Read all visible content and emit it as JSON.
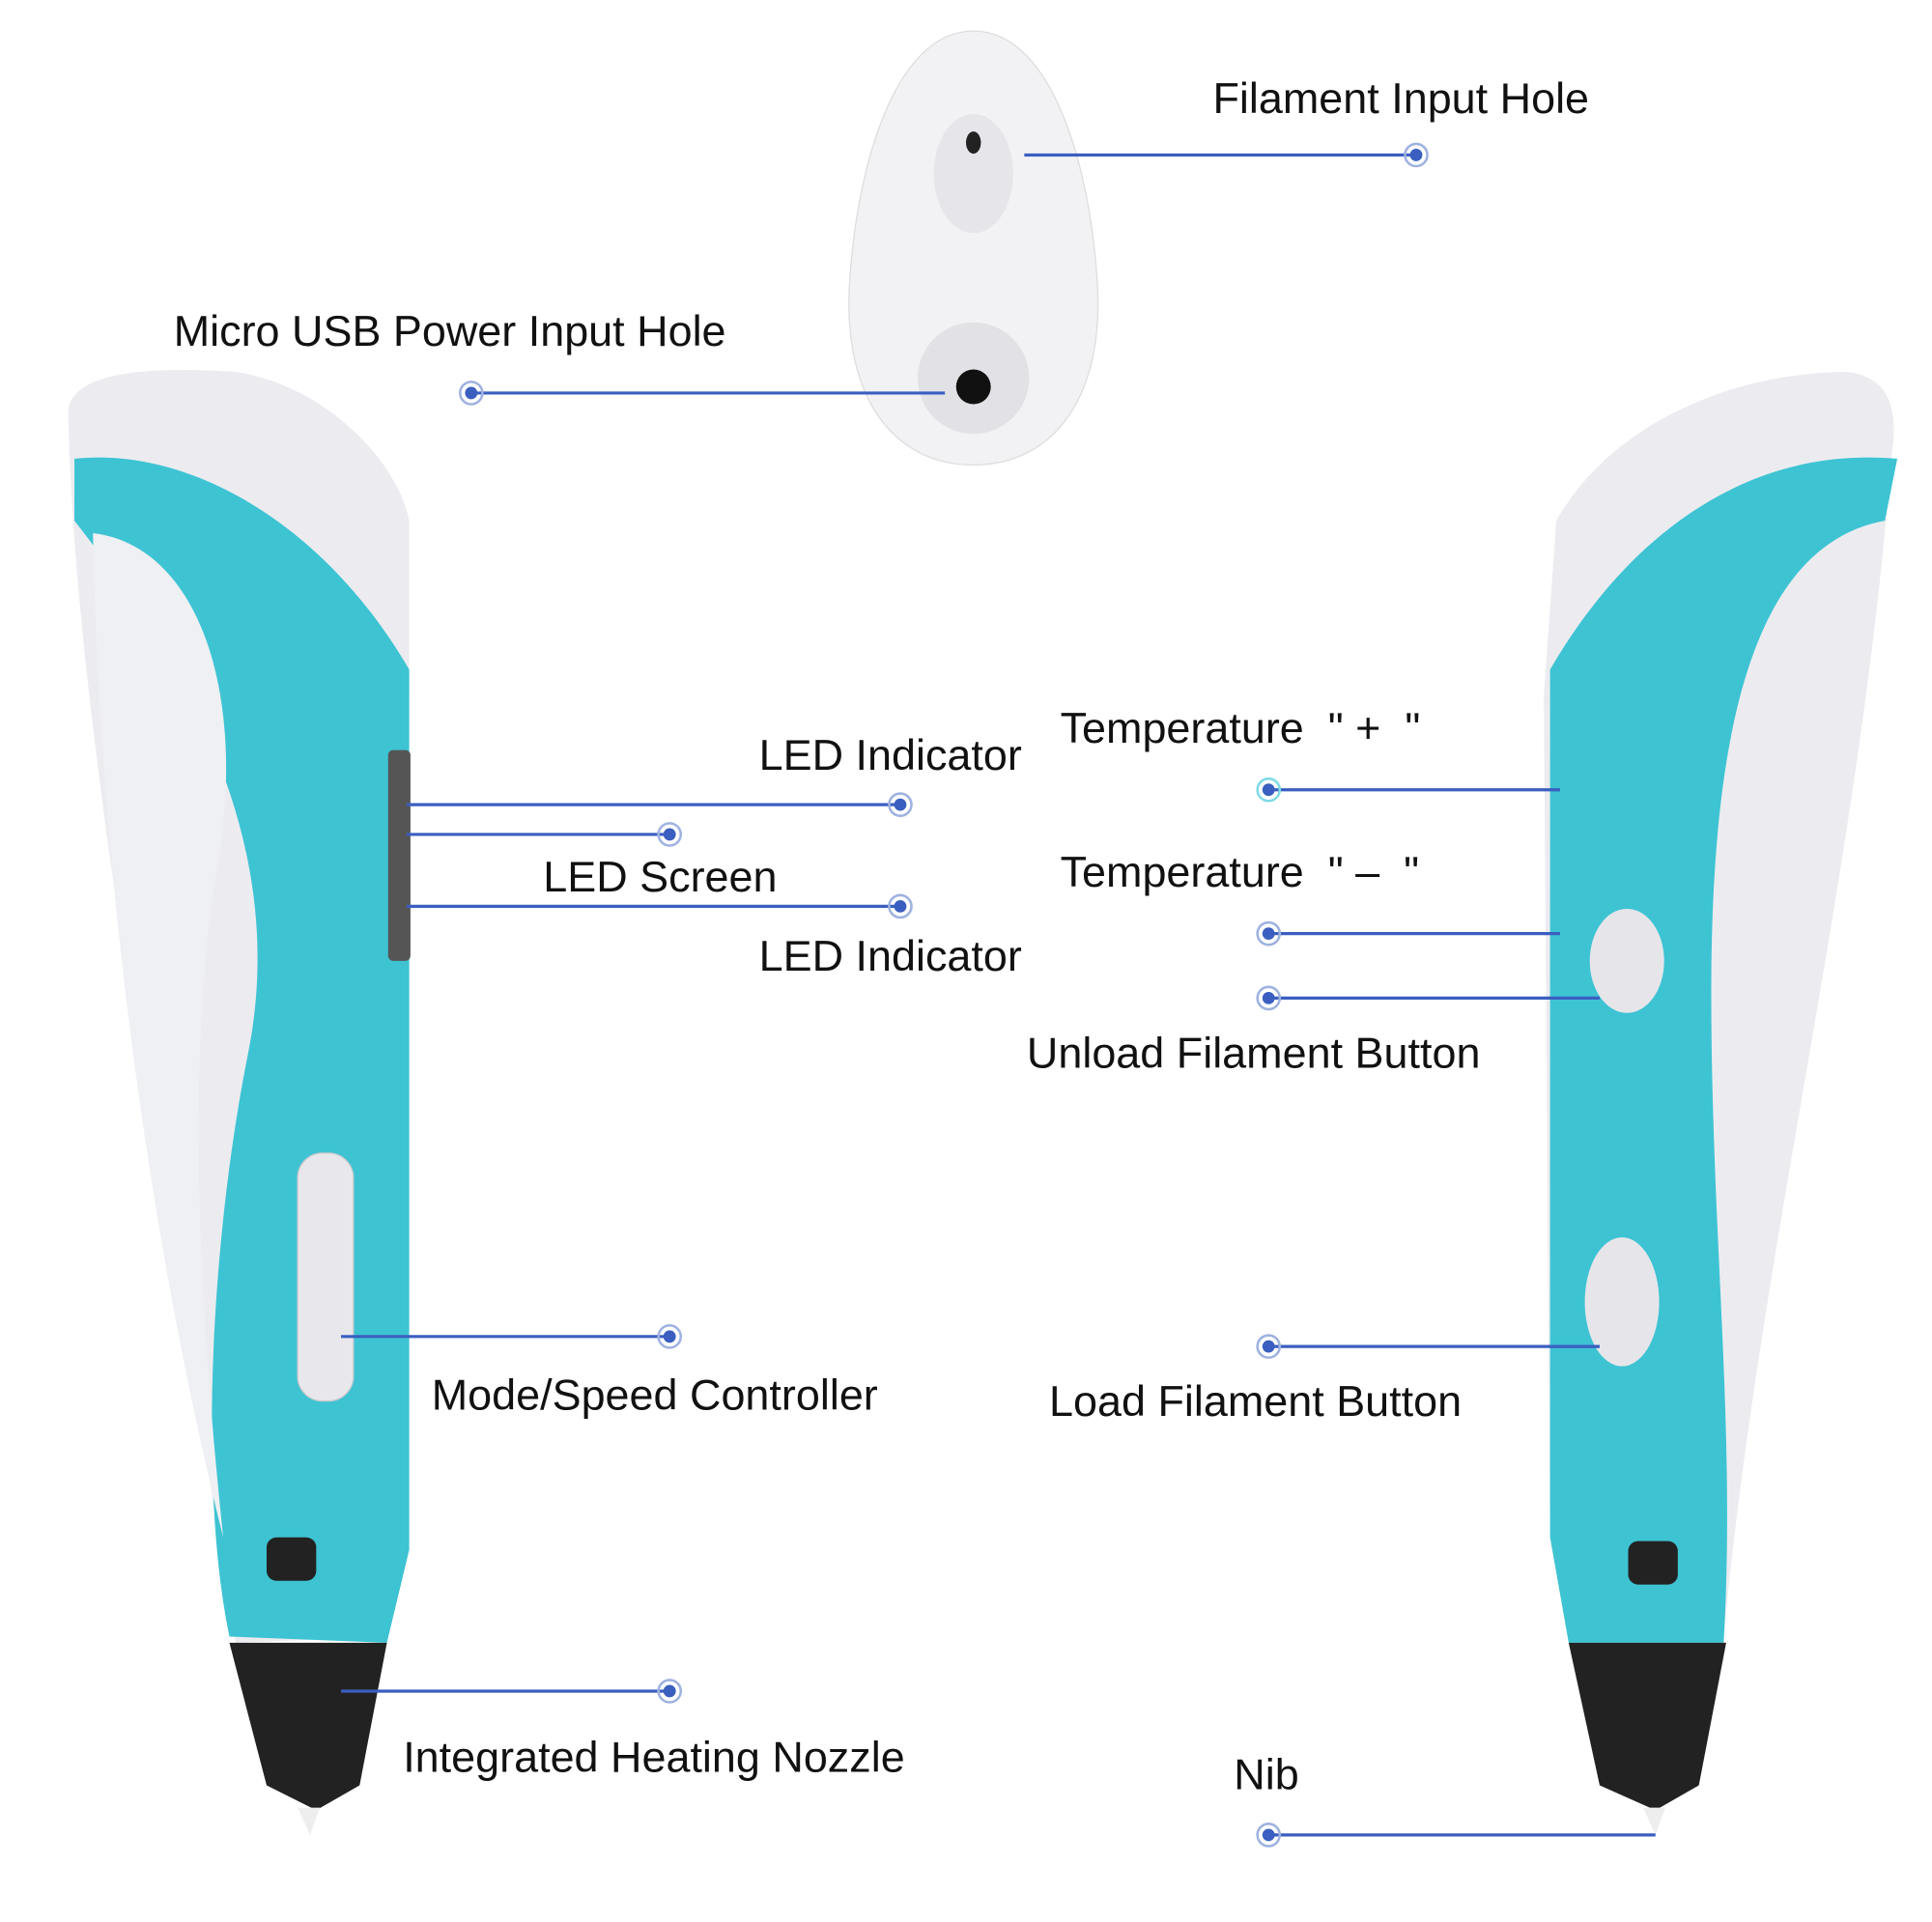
{
  "labels": {
    "filament_input_hole": "Filament Input Hole",
    "micro_usb": "Micro USB Power Input Hole",
    "led_indicator_top": "LED Indicator",
    "led_screen": "LED Screen",
    "led_indicator_bottom": "LED Indicator",
    "mode_speed": "Mode/Speed Controller",
    "heating_nozzle": "Integrated Heating Nozzle",
    "temp_plus": "Temperature  \" +  \"",
    "temp_minus": "Temperature  \" –  \"",
    "unload_button": "Unload Filament Button",
    "load_button": "Load Filament Button",
    "nib": "Nib"
  },
  "colors": {
    "teal": "#3ec3d3",
    "white_body": "#ececf0",
    "leader": "#3a5fc0",
    "nozzle": "#222222"
  }
}
